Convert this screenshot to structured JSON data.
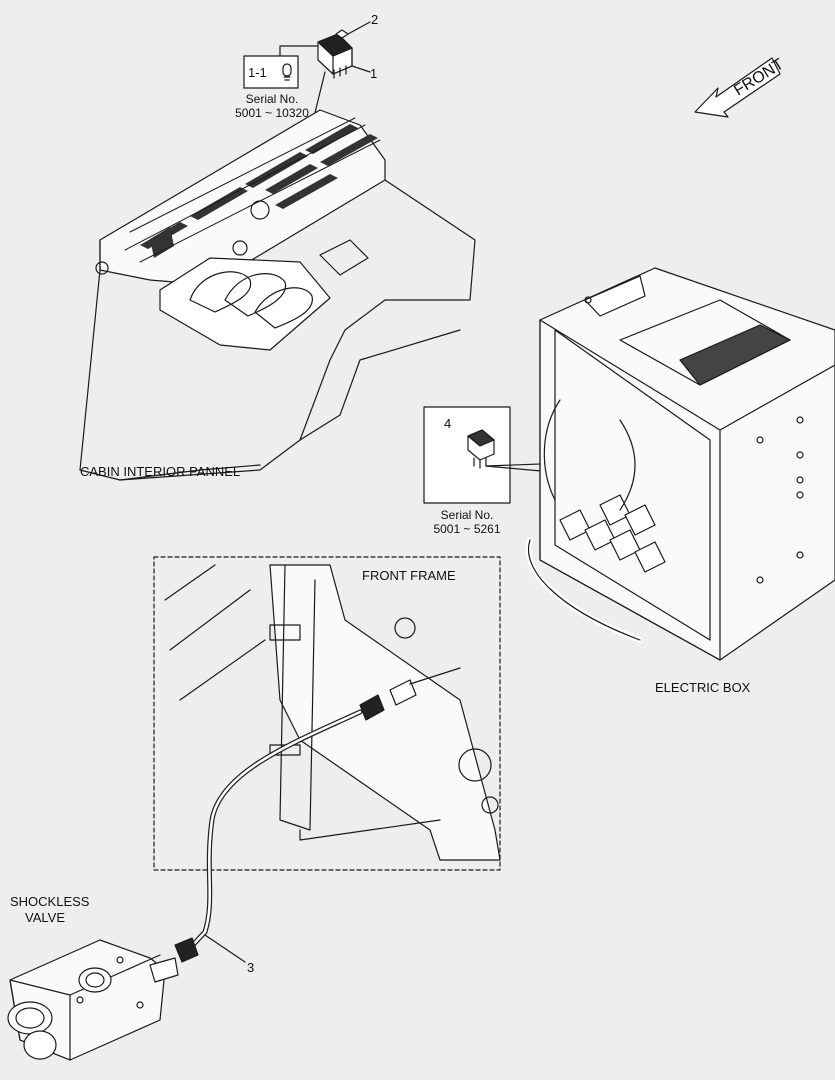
{
  "callouts": {
    "part_1": "1",
    "part_2": "2",
    "part_1_1": "1-1",
    "part_3": "3",
    "part_4": "4"
  },
  "serial_notes": {
    "switch": {
      "label": "Serial No.",
      "range": "5001 ~ 10320"
    },
    "relay": {
      "label": "Serial No.",
      "range": "5001 ~ 5261"
    }
  },
  "assemblies": {
    "cabin": "CABIN INTERIOR PANNEL",
    "electric_box": "ELECTRIC BOX",
    "front_frame": "FRONT FRAME",
    "shockless_valve_line1": "SHOCKLESS",
    "shockless_valve_line2": "VALVE"
  },
  "direction_arrow": "FRONT",
  "colors": {
    "background": "#eeeeee",
    "line": "#1a1a1a"
  }
}
